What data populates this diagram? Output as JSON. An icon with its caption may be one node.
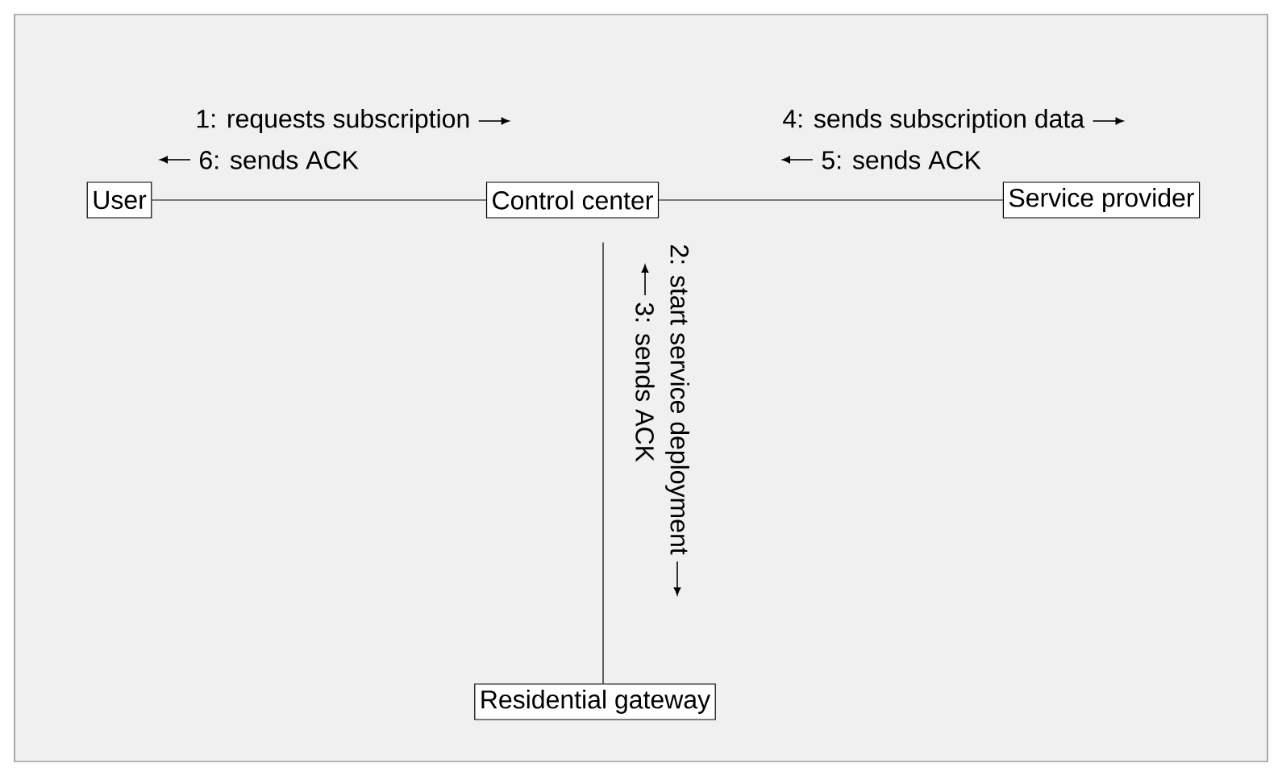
{
  "diagram": {
    "nodes": [
      {
        "text": [
          "User"
        ]
      },
      {
        "text": [
          "Control center"
        ]
      },
      {
        "text": [
          "Service provider"
        ]
      },
      {
        "text": [
          "Residential gateway"
        ]
      }
    ],
    "edges": [
      {
        "from": 0,
        "to": 1,
        "arrow": "none"
      },
      {
        "from": 1,
        "to": 2,
        "arrow": "none"
      },
      {
        "from": 1,
        "to": 3,
        "arrow": "none"
      }
    ],
    "labels": [
      "1: requests subscription",
      "4: sends subscription data",
      "6: sends ACK",
      "5: sends ACK",
      "2: start service deployment",
      "3: sends ACK"
    ]
  }
}
